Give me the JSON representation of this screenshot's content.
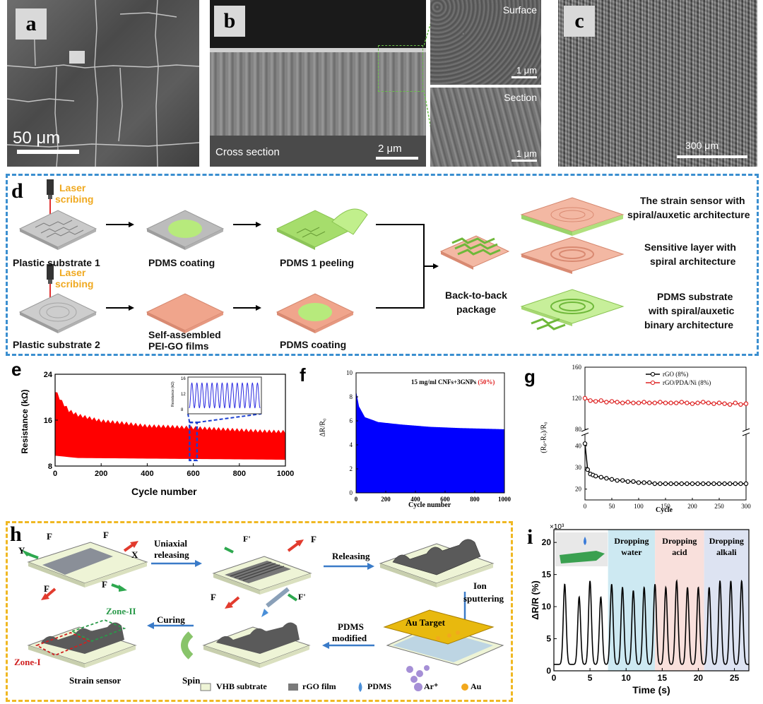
{
  "panels": {
    "a": {
      "label": "a",
      "scale": "50 μm"
    },
    "b": {
      "label": "b",
      "scale_main": "2 μm",
      "cross_section": "Cross section",
      "surface": "Surface",
      "section": "Section",
      "scale_surface": "1 μm",
      "scale_section": "1 μm"
    },
    "c": {
      "label": "c",
      "scale": "300 μm"
    },
    "d": {
      "label": "d",
      "laser1": "Laser",
      "scribing1": "scribing",
      "laser2": "Laser",
      "scribing2": "scribing",
      "step1": "Plastic substrate 1",
      "step2": "PDMS coating",
      "step3": "PDMS 1 peeling",
      "step4": "Plastic substrate 2",
      "step5a": "Self-assembled",
      "step5b": "PEI-GO films",
      "step6": "PDMS coating",
      "pkg1": "Back-to-back",
      "pkg2": "package",
      "desc1a": "The strain sensor with",
      "desc1b": "spiral/auxetic architecture",
      "desc2a": "Sensitive layer with",
      "desc2b": "spiral architecture",
      "desc3a": "PDMS substrate",
      "desc3b": "with spiral/auxetic",
      "desc3c": "binary architecture"
    },
    "e": {
      "label": "e",
      "xlabel": "Cycle number",
      "ylabel": "Resistance (kΩ)",
      "inset_ylabel": "Resistance (kΩ)"
    },
    "f": {
      "label": "f",
      "xlabel": "Cycle number",
      "ylabel": "ΔR/R₀",
      "legend": "15 mg/ml CNFs+3GNPs",
      "legend_pct": "(50%)"
    },
    "g": {
      "label": "g",
      "xlabel": "Cycle",
      "ylabel": "(Rₚ-Rₛ)/R₀",
      "legend1": "rGO (8%)",
      "legend2": "rGO/PDA/Ni (8%)"
    },
    "h": {
      "label": "h",
      "uniaxial": "Uniaxial",
      "releasing": "releasing",
      "releasing2": "Releasing",
      "ion": "Ion",
      "sputtering": "sputtering",
      "pdms": "PDMS",
      "modified": "modified",
      "curing": "Curing",
      "spin": "Spin",
      "target": "Au Target",
      "zone1": "Zone-I",
      "zone2": "Zone-II",
      "strain_sensor": "Strain sensor",
      "fX": "X",
      "fY": "Y",
      "F": "F",
      "Fp": "F'",
      "leg1": "VHB subtrate",
      "leg2": "rGO film",
      "leg3": "PDMS",
      "leg4": "Ar⁺",
      "leg5": "Au"
    },
    "i": {
      "label": "i",
      "multiplier": "×10³",
      "xlabel": "Time (s)",
      "ylabel": "ΔR/R (%)",
      "zone1a": "Dropping",
      "zone1b": "water",
      "zone2a": "Dropping",
      "zone2b": "acid",
      "zone3a": "Dropping",
      "zone3b": "alkali"
    }
  },
  "chart_data": [
    {
      "type": "area",
      "panel": "e",
      "x_range": [
        0,
        1000
      ],
      "y_range": [
        8,
        24
      ],
      "xticks": [
        "0",
        "200",
        "400",
        "600",
        "800",
        "1000"
      ],
      "yticks": [
        "8",
        "16",
        "24"
      ],
      "upper_envelope": [
        [
          0,
          21.5
        ],
        [
          30,
          19.5
        ],
        [
          60,
          18
        ],
        [
          100,
          17.2
        ],
        [
          200,
          16.2
        ],
        [
          300,
          15.8
        ],
        [
          400,
          15.3
        ],
        [
          500,
          15.2
        ],
        [
          600,
          15
        ],
        [
          700,
          14.8
        ],
        [
          800,
          14.6
        ],
        [
          900,
          14.4
        ],
        [
          1000,
          14.3
        ]
      ],
      "lower_envelope": [
        [
          0,
          9.8
        ],
        [
          100,
          9.4
        ],
        [
          400,
          9.3
        ],
        [
          1000,
          9.1
        ]
      ],
      "color": "#ff0000",
      "inset": {
        "yticks": [
          "8",
          "12",
          "16"
        ],
        "cycles_shown": 14,
        "highlight_range": [
          590,
          610
        ]
      }
    },
    {
      "type": "area",
      "panel": "f",
      "x_range": [
        0,
        1000
      ],
      "y_range": [
        0,
        10
      ],
      "xticks": [
        "0",
        "200",
        "400",
        "600",
        "800",
        "1000"
      ],
      "yticks": [
        "0",
        "2",
        "4",
        "6",
        "8",
        "10"
      ],
      "upper_envelope": [
        [
          0,
          8.5
        ],
        [
          20,
          7.2
        ],
        [
          60,
          6.3
        ],
        [
          150,
          5.9
        ],
        [
          300,
          5.7
        ],
        [
          500,
          5.5
        ],
        [
          700,
          5.4
        ],
        [
          1000,
          5.3
        ]
      ],
      "lower_envelope": [
        [
          0,
          0
        ],
        [
          1000,
          0
        ]
      ],
      "color": "#0000ff"
    },
    {
      "type": "line",
      "panel": "g",
      "x_range": [
        0,
        300
      ],
      "xticks": [
        "0",
        "50",
        "100",
        "150",
        "200",
        "250",
        "300"
      ],
      "yticks": [
        "20",
        "30",
        "40",
        "80",
        "120",
        "160"
      ],
      "y_break": [
        45,
        80
      ],
      "series": [
        {
          "name": "rGO (8%)",
          "color": "#000000",
          "x": [
            0,
            5,
            10,
            15,
            20,
            30,
            40,
            50,
            60,
            70,
            80,
            90,
            100,
            110,
            120,
            130,
            140,
            150,
            160,
            170,
            180,
            190,
            200,
            210,
            220,
            230,
            240,
            250,
            260,
            270,
            280,
            290,
            300
          ],
          "values": [
            41,
            29,
            27,
            26.5,
            26,
            25.5,
            25,
            24.5,
            24,
            24,
            23.5,
            23.5,
            23,
            23,
            23,
            22.5,
            22.5,
            22.5,
            22.5,
            22.5,
            22.5,
            22.5,
            22.5,
            22.5,
            22.5,
            22.5,
            22.5,
            22.5,
            22.5,
            22.5,
            22.5,
            22.5,
            22.5
          ]
        },
        {
          "name": "rGO/PDA/Ni (8%)",
          "color": "#dd2222",
          "x": [
            0,
            10,
            20,
            30,
            40,
            50,
            60,
            70,
            80,
            90,
            100,
            110,
            120,
            130,
            140,
            150,
            160,
            170,
            180,
            190,
            200,
            210,
            220,
            230,
            240,
            250,
            260,
            270,
            280,
            290,
            300
          ],
          "values": [
            120,
            117,
            116,
            117,
            115,
            116,
            115,
            114,
            115,
            114,
            114,
            115,
            114,
            114,
            115,
            114,
            114,
            114,
            115,
            114,
            113,
            114,
            115,
            114,
            113,
            114,
            113,
            112,
            114,
            112,
            113
          ]
        }
      ]
    },
    {
      "type": "line",
      "panel": "i",
      "x_range": [
        0,
        27
      ],
      "y_range": [
        0,
        22
      ],
      "xticks": [
        "0",
        "5",
        "10",
        "15",
        "20",
        "25"
      ],
      "yticks": [
        "0",
        "5",
        "10",
        "15",
        "20"
      ],
      "peaks_x": [
        1.5,
        3.5,
        5.0,
        6.5,
        8.0,
        9.5,
        11.0,
        12.5,
        14.0,
        15.5,
        17.0,
        18.5,
        20.0,
        21.5,
        23.0,
        24.5,
        26.0
      ],
      "peaks_y": [
        13.5,
        11.5,
        14.0,
        11.5,
        13.5,
        13.0,
        12.5,
        13.0,
        13.5,
        13.0,
        14.0,
        13.0,
        13.0,
        13.0,
        14.0,
        14.0,
        14.0
      ],
      "baseline": 1.0,
      "shaded_zones": [
        {
          "label": "Dropping water",
          "x": [
            7.5,
            14.0
          ],
          "color": "#cde9f2"
        },
        {
          "label": "Dropping acid",
          "x": [
            14.0,
            20.8
          ],
          "color": "#f9e0dc"
        },
        {
          "label": "Dropping alkali",
          "x": [
            20.8,
            27.0
          ],
          "color": "#dde3f2"
        }
      ]
    }
  ]
}
